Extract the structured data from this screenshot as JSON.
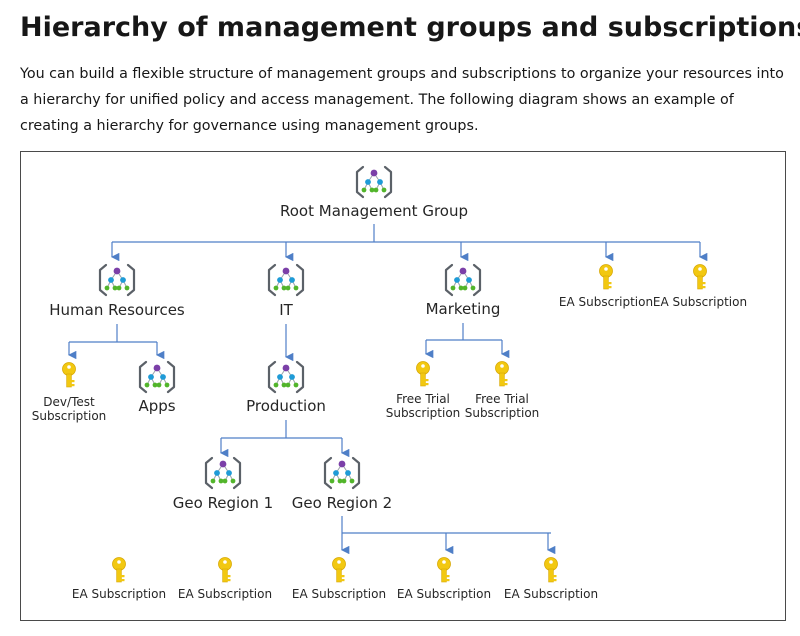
{
  "article": {
    "title": "Hierarchy of management groups and subscriptions",
    "intro": "You can build a flexible structure of management groups and subscriptions to organize your resources into a hierarchy for unified policy and access management. The following diagram shows an example of creating a hierarchy for governance using management groups."
  },
  "diagram": {
    "colors": {
      "connector": "#4f7fc7",
      "bracket": "#5b6168",
      "node_top": "#7b3fa8",
      "node_branch": "#1f9bd7",
      "node_leaf": "#52b52b",
      "key_gold": "#f2c811",
      "key_dark": "#d8a905"
    },
    "nodes": [
      {
        "id": "root",
        "type": "management-group",
        "label": [
          "Root Management Group"
        ]
      },
      {
        "id": "hr",
        "type": "management-group",
        "label": [
          "Human Resources"
        ]
      },
      {
        "id": "it",
        "type": "management-group",
        "label": [
          "IT"
        ]
      },
      {
        "id": "marketing",
        "type": "management-group",
        "label": [
          "Marketing"
        ]
      },
      {
        "id": "ea-root-1",
        "type": "subscription",
        "label": [
          "EA Subscription"
        ]
      },
      {
        "id": "ea-root-2",
        "type": "subscription",
        "label": [
          "EA Subscription"
        ]
      },
      {
        "id": "devtest",
        "type": "subscription",
        "label": [
          "Dev/Test",
          "Subscription"
        ]
      },
      {
        "id": "apps",
        "type": "management-group",
        "label": [
          "Apps"
        ]
      },
      {
        "id": "production",
        "type": "management-group",
        "label": [
          "Production"
        ]
      },
      {
        "id": "free-trial-1",
        "type": "subscription",
        "label": [
          "Free Trial",
          "Subscription"
        ]
      },
      {
        "id": "free-trial-2",
        "type": "subscription",
        "label": [
          "Free Trial",
          "Subscription"
        ]
      },
      {
        "id": "geo1",
        "type": "management-group",
        "label": [
          "Geo Region 1"
        ]
      },
      {
        "id": "geo2",
        "type": "management-group",
        "label": [
          "Geo Region 2"
        ]
      },
      {
        "id": "ea-geo1-1",
        "type": "subscription",
        "label": [
          "EA Subscription"
        ]
      },
      {
        "id": "ea-geo1-2",
        "type": "subscription",
        "label": [
          "EA Subscription"
        ]
      },
      {
        "id": "ea-geo2-1",
        "type": "subscription",
        "label": [
          "EA Subscription"
        ]
      },
      {
        "id": "ea-geo2-2",
        "type": "subscription",
        "label": [
          "EA Subscription"
        ]
      },
      {
        "id": "ea-geo2-3",
        "type": "subscription",
        "label": [
          "EA Subscription"
        ]
      }
    ],
    "edges": [
      {
        "from": "root",
        "to": [
          "hr",
          "it",
          "marketing",
          "ea-root-1",
          "ea-root-2"
        ]
      },
      {
        "from": "hr",
        "to": [
          "devtest",
          "apps"
        ]
      },
      {
        "from": "it",
        "to": [
          "production"
        ]
      },
      {
        "from": "marketing",
        "to": [
          "free-trial-1",
          "free-trial-2"
        ]
      },
      {
        "from": "production",
        "to": [
          "geo1",
          "geo2"
        ]
      },
      {
        "from": "geo2",
        "to": [
          "ea-geo2-1",
          "ea-geo2-2",
          "ea-geo2-3"
        ]
      }
    ]
  }
}
